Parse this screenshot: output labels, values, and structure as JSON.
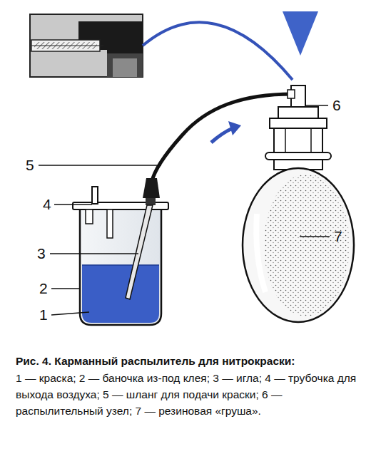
{
  "diagram": {
    "title": "Рис. 4. Карманный распылитель для нитрокраски:",
    "caption": "1 — краска; 2 — баночка из-под клея; 3 — игла; 4 — трубочка для выхода воздуха; 5 — шланг для подачи краски; 6 — распылительный узел; 7 — резиновая «груша».",
    "labels": [
      "1",
      "2",
      "3",
      "4",
      "5",
      "6",
      "7"
    ]
  }
}
